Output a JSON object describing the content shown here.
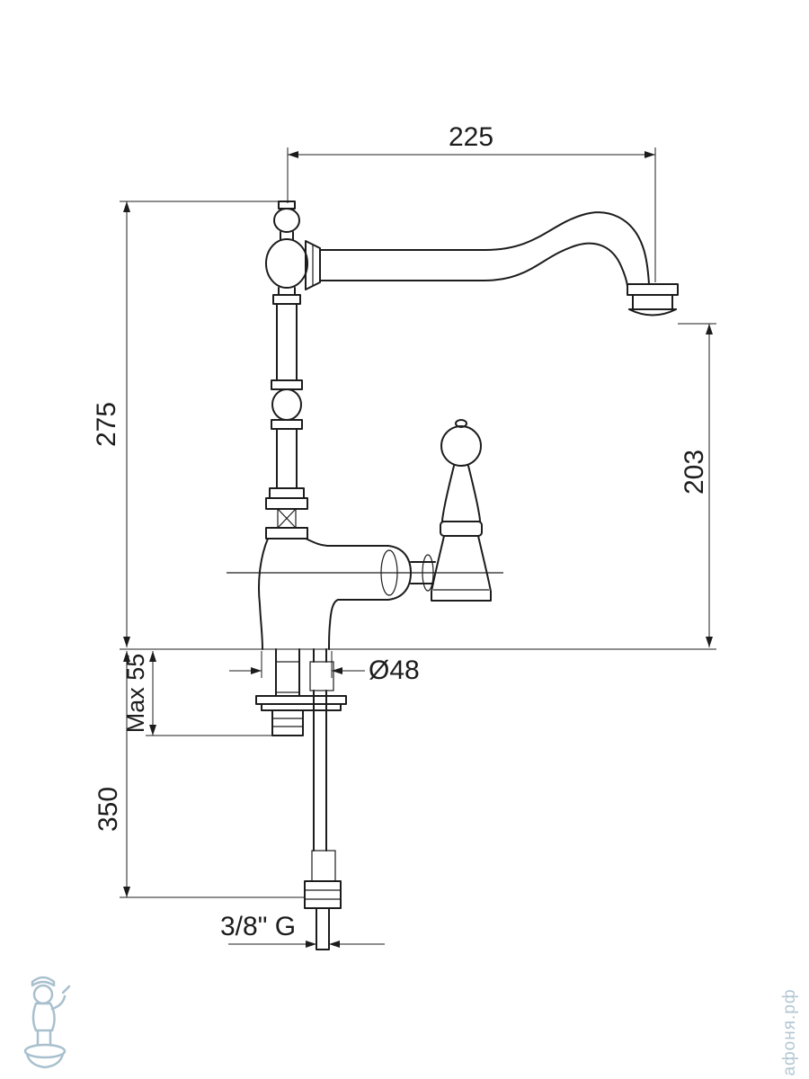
{
  "page": {
    "background": "#ffffff",
    "line_color": "#1c1c1c"
  },
  "dimensions": {
    "spout_reach": "225",
    "height_to_deck": "275",
    "spout_height": "203",
    "base_diameter": "Ø48",
    "max_deck_thickness": "Max 55",
    "hose_length": "350",
    "thread_size": "3/8\" G"
  },
  "watermark": {
    "site_text": "афоня.рф",
    "logo": "plumber-mascot",
    "color": "#a8c0ce"
  }
}
